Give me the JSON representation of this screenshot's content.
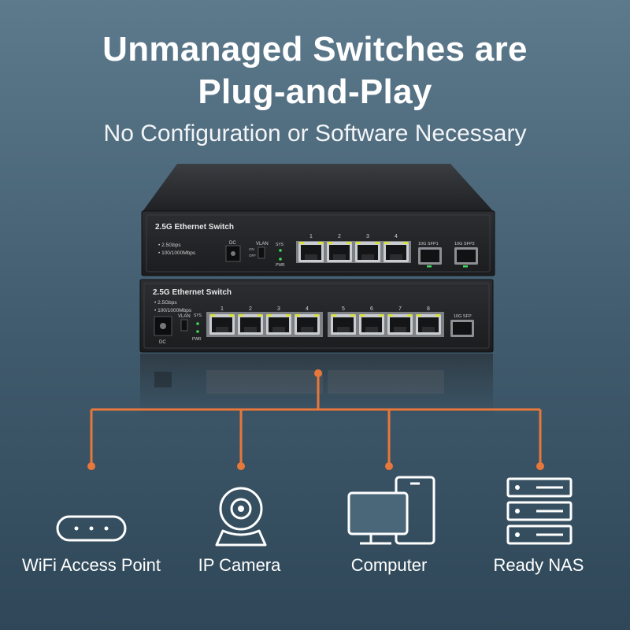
{
  "headline": {
    "line1": "Unmanaged Switches are",
    "line2": "Plug-and-Play"
  },
  "subheadline": "No Configuration or Software Necessary",
  "switch_top": {
    "model": "2.5G Ethernet Switch",
    "spec1": "• 2.5Gbps",
    "spec2": "• 100/1000Mbps",
    "dc": "DC",
    "vlan": "VLAN",
    "on": "ON",
    "off": "OFF",
    "sys": "SYS",
    "pwr": "PWR",
    "ports": [
      "1",
      "2",
      "3",
      "4"
    ],
    "sfp1": "10G SFP1",
    "sfp2": "10G SFP2"
  },
  "switch_bottom": {
    "model": "2.5G Ethernet Switch",
    "spec1": "• 2.5Gbps",
    "spec2": "• 100/1000Mbps",
    "dc": "DC",
    "vlan": "VLAN",
    "sys": "SYS",
    "pwr": "PWR",
    "ports": [
      "1",
      "2",
      "3",
      "4",
      "5",
      "6",
      "7",
      "8"
    ],
    "sfp": "10G SFP"
  },
  "devices": [
    {
      "label": "WiFi Access Point",
      "icon": "wifi-access-point-icon"
    },
    {
      "label": "IP Camera",
      "icon": "ip-camera-icon"
    },
    {
      "label": "Computer",
      "icon": "computer-icon"
    },
    {
      "label": "Ready NAS",
      "icon": "nas-icon"
    }
  ],
  "colors": {
    "connector_orange": "#e8773a",
    "background_top": "#5d7a8d",
    "background_bottom": "#2f4758",
    "led_green": "#3ddc5a",
    "port_yellow_led": "#d8e23a"
  }
}
